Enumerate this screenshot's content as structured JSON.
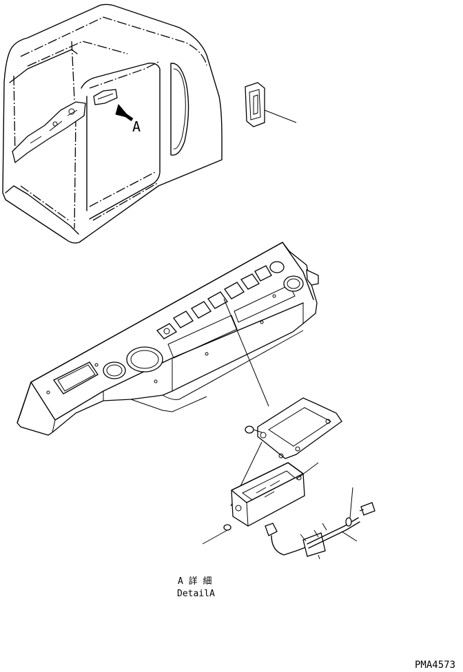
{
  "view_marker": "A",
  "detail_caption_line1": "A 詳 細",
  "detail_caption_line2": "DetailA",
  "drawing_number": "PMA4573"
}
